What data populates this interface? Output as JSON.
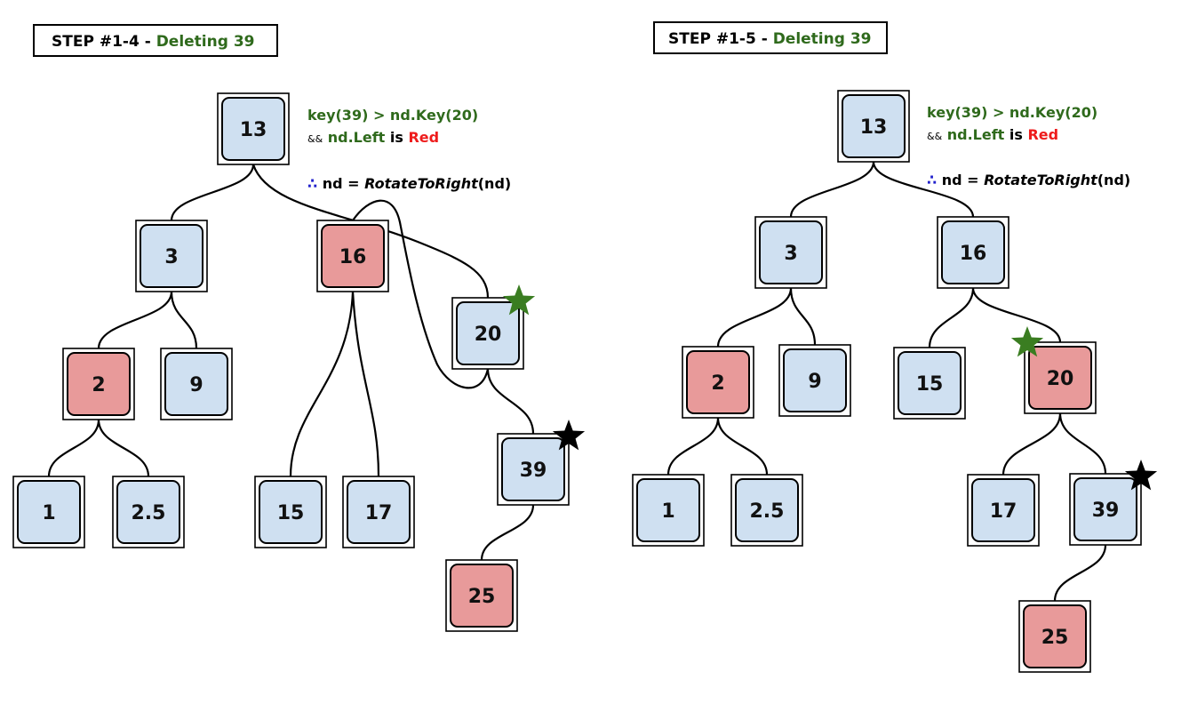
{
  "colors": {
    "node_black": "#cfe0f1",
    "node_red": "#e89a9a",
    "green": "#2f6a1c",
    "red": "#ee1c1c",
    "blue": "#2020cc",
    "star_green": "#3a7d21",
    "star_black": "#000000"
  },
  "panels": [
    {
      "id": "step-1-4",
      "title": {
        "prefix": "STEP #1-4 - ",
        "action": "Deleting 39"
      },
      "annotation": {
        "line1": "key(39) > nd.Key(20)",
        "line2_op": "&&",
        "line2_a": "nd.Left",
        "line2_is": "is",
        "line2_red": "Red",
        "line3_therefore": "∴",
        "line3_lhs": "nd =",
        "line3_fn": "RotateToRight",
        "line3_arg": "(nd)"
      },
      "nodes": [
        {
          "id": "n13",
          "label": "13",
          "color": "black"
        },
        {
          "id": "n3",
          "label": "3",
          "color": "black"
        },
        {
          "id": "n16",
          "label": "16",
          "color": "red"
        },
        {
          "id": "n20",
          "label": "20",
          "color": "black",
          "star": "green"
        },
        {
          "id": "n2",
          "label": "2",
          "color": "red"
        },
        {
          "id": "n9",
          "label": "9",
          "color": "black"
        },
        {
          "id": "n39",
          "label": "39",
          "color": "black",
          "star": "black"
        },
        {
          "id": "n1",
          "label": "1",
          "color": "black"
        },
        {
          "id": "n2_5",
          "label": "2.5",
          "color": "black"
        },
        {
          "id": "n15",
          "label": "15",
          "color": "black"
        },
        {
          "id": "n17",
          "label": "17",
          "color": "black"
        },
        {
          "id": "n25",
          "label": "25",
          "color": "red"
        }
      ]
    },
    {
      "id": "step-1-5",
      "title": {
        "prefix": "STEP #1-5 - ",
        "action": "Deleting 39"
      },
      "annotation": {
        "line1": "key(39) > nd.Key(20)",
        "line2_op": "&&",
        "line2_a": "nd.Left",
        "line2_is": "is",
        "line2_red": "Red",
        "line3_therefore": "∴",
        "line3_lhs": "nd =",
        "line3_fn": "RotateToRight",
        "line3_arg": "(nd)"
      },
      "nodes": [
        {
          "id": "m13",
          "label": "13",
          "color": "black"
        },
        {
          "id": "m3",
          "label": "3",
          "color": "black"
        },
        {
          "id": "m16",
          "label": "16",
          "color": "black"
        },
        {
          "id": "m2",
          "label": "2",
          "color": "red"
        },
        {
          "id": "m9",
          "label": "9",
          "color": "black"
        },
        {
          "id": "m15",
          "label": "15",
          "color": "black"
        },
        {
          "id": "m20",
          "label": "20",
          "color": "red",
          "star": "green"
        },
        {
          "id": "m1",
          "label": "1",
          "color": "black"
        },
        {
          "id": "m2_5",
          "label": "2.5",
          "color": "black"
        },
        {
          "id": "m17",
          "label": "17",
          "color": "black"
        },
        {
          "id": "m39",
          "label": "39",
          "color": "black",
          "star": "black"
        },
        {
          "id": "m25",
          "label": "25",
          "color": "red"
        }
      ]
    }
  ]
}
